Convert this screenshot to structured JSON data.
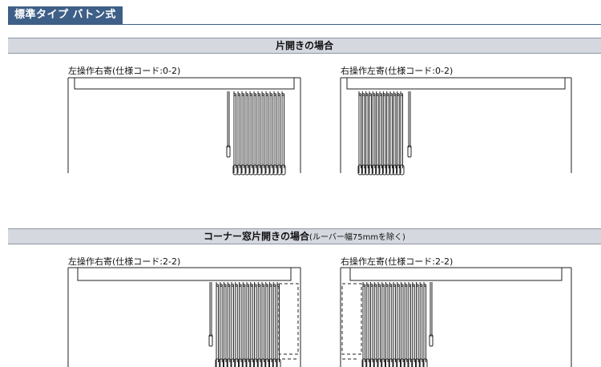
{
  "header": {
    "title": "標準タイプ バトン式"
  },
  "sections": [
    {
      "heading": "片開きの場合",
      "note": ""
    },
    {
      "heading": "コーナー窓片開きの場合",
      "note": "(ルーバー幅75mmを除く)"
    }
  ],
  "diagrams": [
    {
      "caption": "左操作右寄(仕様コード:0-2)"
    },
    {
      "caption": "右操作左寄(仕様コード:0-2)"
    },
    {
      "caption": "左操作右寄(仕様コード:2-2)"
    },
    {
      "caption": "右操作左寄(仕様コード:2-2)"
    }
  ]
}
